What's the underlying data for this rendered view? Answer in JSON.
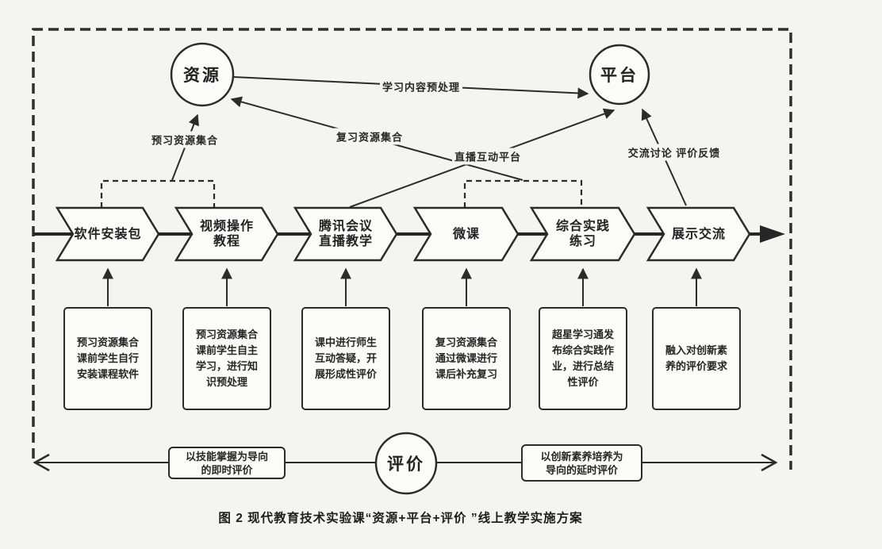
{
  "figure_caption": "图 2  现代教育技术实验课“资源+平台+评价 ”线上教学实施方案",
  "hub_nodes": {
    "resource": "资源",
    "platform": "平台",
    "evaluation": "评价"
  },
  "edge_labels": {
    "preview_resources": "预习资源集合",
    "review_resources": "复习资源集合",
    "content_preprocessing": "学习内容预处理",
    "live_platform": "直播互动平台",
    "discussion_feedback": "交流讨论  评价反馈"
  },
  "flow_steps": [
    {
      "label": "软件安装包",
      "note": "预习资源集合\n课前学生自行\n安装课程软件"
    },
    {
      "label": "视频操作\n教程",
      "note": "预习资源集合\n课前学生自主\n学习，进行知\n识预处理"
    },
    {
      "label": "腾讯会议\n直播教学",
      "note": "课中进行师生\n互动答疑，开\n展形成性评价"
    },
    {
      "label": "微课",
      "note": "复习资源集合\n通过微课进行\n课后补充复习"
    },
    {
      "label": "综合实践\n练习",
      "note": "超星学习通发\n布综合实践作\n业，进行总结\n性评价"
    },
    {
      "label": "展示交流",
      "note": "融入对创新素\n养的评价要求"
    }
  ],
  "evaluation_timeline": {
    "left_label": "以技能掌握为导向\n的即时评价",
    "right_label": "以创新素养培养为\n导向的延时评价"
  }
}
